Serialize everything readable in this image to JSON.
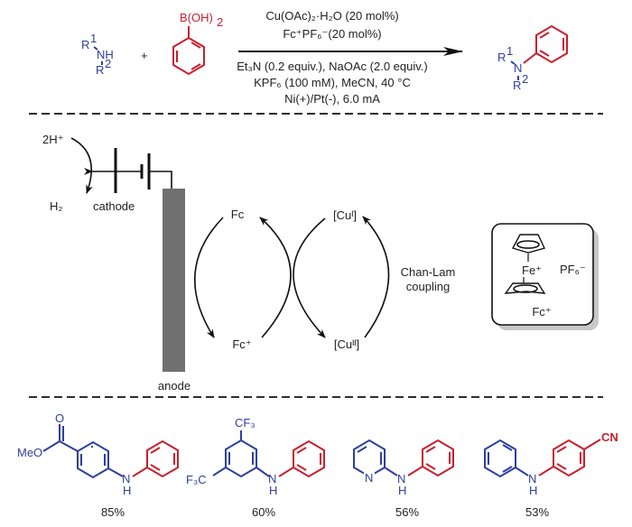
{
  "colors": {
    "amine": "#2e3f9e",
    "aryl": "#c8202f",
    "text": "#222222",
    "anode": "#707070"
  },
  "scheme": {
    "amine": {
      "r1": "R",
      "r1_sup": "1",
      "nh": "NH",
      "r2": "R",
      "r2_sup": "2"
    },
    "plus": "+",
    "boronic_acid": {
      "label": "B(OH)",
      "sub": "2"
    },
    "conditions_above": [
      "Cu(OAc)₂·H₂O (20 mol%)",
      "Fc⁺PF₆⁻(20 mol%)"
    ],
    "conditions_below": [
      "Et₃N (0.2 equiv.), NaOAc (2.0 equiv.)",
      "KPF₆ (100 mM), MeCN, 40 °C",
      "Ni(+)/Pt(-), 6.0 mA"
    ],
    "product": {
      "r1": "R",
      "r1_sup": "1",
      "n": "N",
      "r2": "R",
      "r2_sup": "2"
    }
  },
  "mechanism": {
    "proton": "2H⁺",
    "hydrogen": "H₂",
    "cathode": "cathode",
    "anode": "anode",
    "fc": "Fc",
    "fc_plus": "Fc⁺",
    "cu_i": "[Cuᴵ]",
    "cu_ii": "[Cuᴵᴵ]",
    "coupling": [
      "Chan-Lam",
      "coupling"
    ],
    "box": {
      "fe": "Fe⁺",
      "pf6": "PF₆⁻",
      "label": "Fc⁺"
    }
  },
  "examples": [
    {
      "substituent": "MeO",
      "yield": "85%",
      "nh": "N",
      "h": "H"
    },
    {
      "cf3_top": "CF₃",
      "cf3_left": "F₃C",
      "yield": "60%",
      "nh": "N",
      "h": "H"
    },
    {
      "pyridine_n": "N",
      "yield": "56%",
      "nh": "N",
      "h": "H"
    },
    {
      "cn": "CN",
      "yield": "53%",
      "nh": "N",
      "h": "H"
    }
  ]
}
